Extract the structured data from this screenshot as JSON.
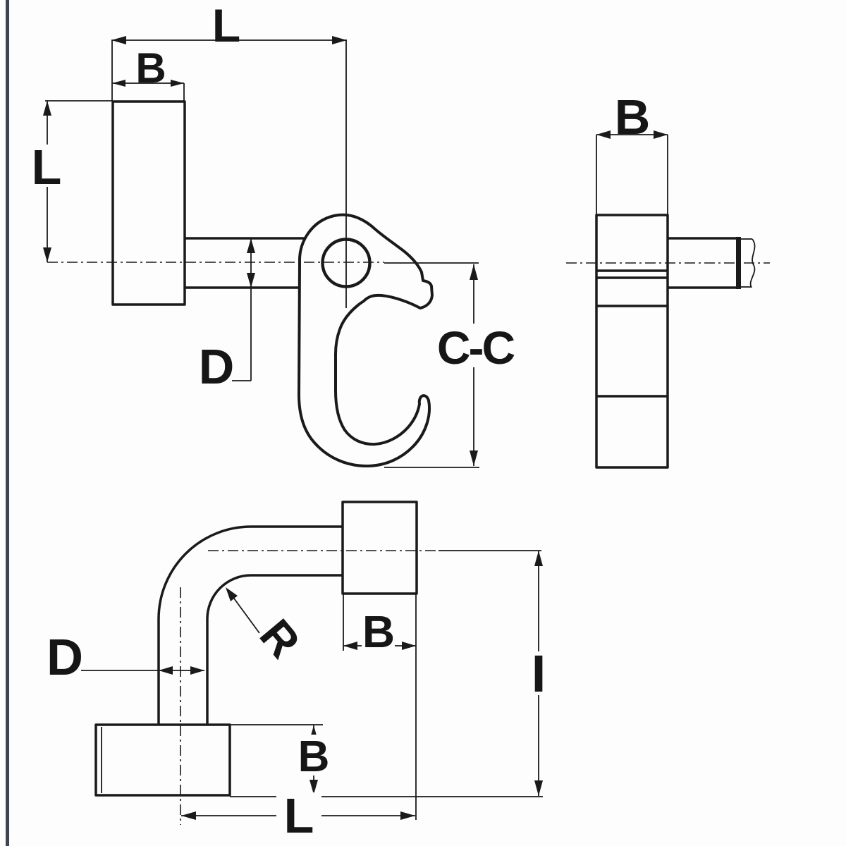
{
  "drawing": {
    "description": "Engineering drawing of a hook with welded flange, three orthographic views",
    "colors": {
      "background": "#fdfdfd",
      "line": "#1a1a1a",
      "edge_stripe": "#3c4458"
    },
    "views": {
      "front": {
        "name": "front view",
        "labels": {
          "overall_length": "L",
          "flange_width": "B",
          "flange_length": "L",
          "shank_diameter": "D",
          "section_mark": "C-C"
        }
      },
      "side": {
        "name": "side view",
        "labels": {
          "flange_width": "B"
        }
      },
      "bottom": {
        "name": "bottom view",
        "labels": {
          "tube_diameter": "D",
          "bend_radius": "R",
          "upper_flange_width": "B",
          "lower_flange_width": "B",
          "centre_height": "I",
          "overall_length": "L"
        }
      }
    }
  }
}
